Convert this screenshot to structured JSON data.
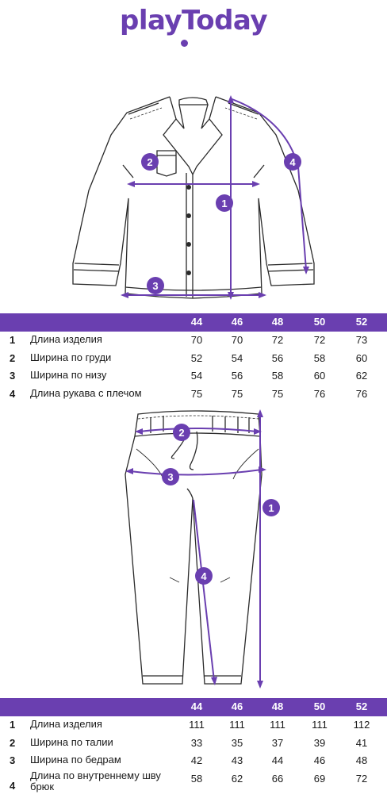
{
  "brand": {
    "logo_text": "playToday",
    "accent_color": "#6a3fb0"
  },
  "jacket": {
    "markers": [
      "1",
      "2",
      "3",
      "4"
    ],
    "table": {
      "sizes": [
        "44",
        "46",
        "48",
        "50",
        "52"
      ],
      "rows": [
        {
          "num": "1",
          "label": "Длина изделия",
          "values": [
            "70",
            "70",
            "72",
            "72",
            "73"
          ]
        },
        {
          "num": "2",
          "label": "Ширина по груди",
          "values": [
            "52",
            "54",
            "56",
            "58",
            "60"
          ]
        },
        {
          "num": "3",
          "label": "Ширина по низу",
          "values": [
            "54",
            "56",
            "58",
            "60",
            "62"
          ]
        },
        {
          "num": "4",
          "label": "Длина рукава с плечом",
          "values": [
            "75",
            "75",
            "75",
            "76",
            "76"
          ]
        }
      ]
    }
  },
  "pants": {
    "markers": [
      "1",
      "2",
      "3",
      "4"
    ],
    "table": {
      "sizes": [
        "44",
        "46",
        "48",
        "50",
        "52"
      ],
      "rows": [
        {
          "num": "1",
          "label": "Длина изделия",
          "values": [
            "111",
            "111",
            "111",
            "111",
            "112"
          ]
        },
        {
          "num": "2",
          "label": "Ширина по талии",
          "values": [
            "33",
            "35",
            "37",
            "39",
            "41"
          ]
        },
        {
          "num": "3",
          "label": "Ширина по бедрам",
          "values": [
            "42",
            "43",
            "44",
            "46",
            "48"
          ]
        },
        {
          "num": "4",
          "label": "Длина по внутреннему шву брюк",
          "values": [
            "58",
            "62",
            "66",
            "69",
            "72"
          ]
        }
      ]
    }
  }
}
